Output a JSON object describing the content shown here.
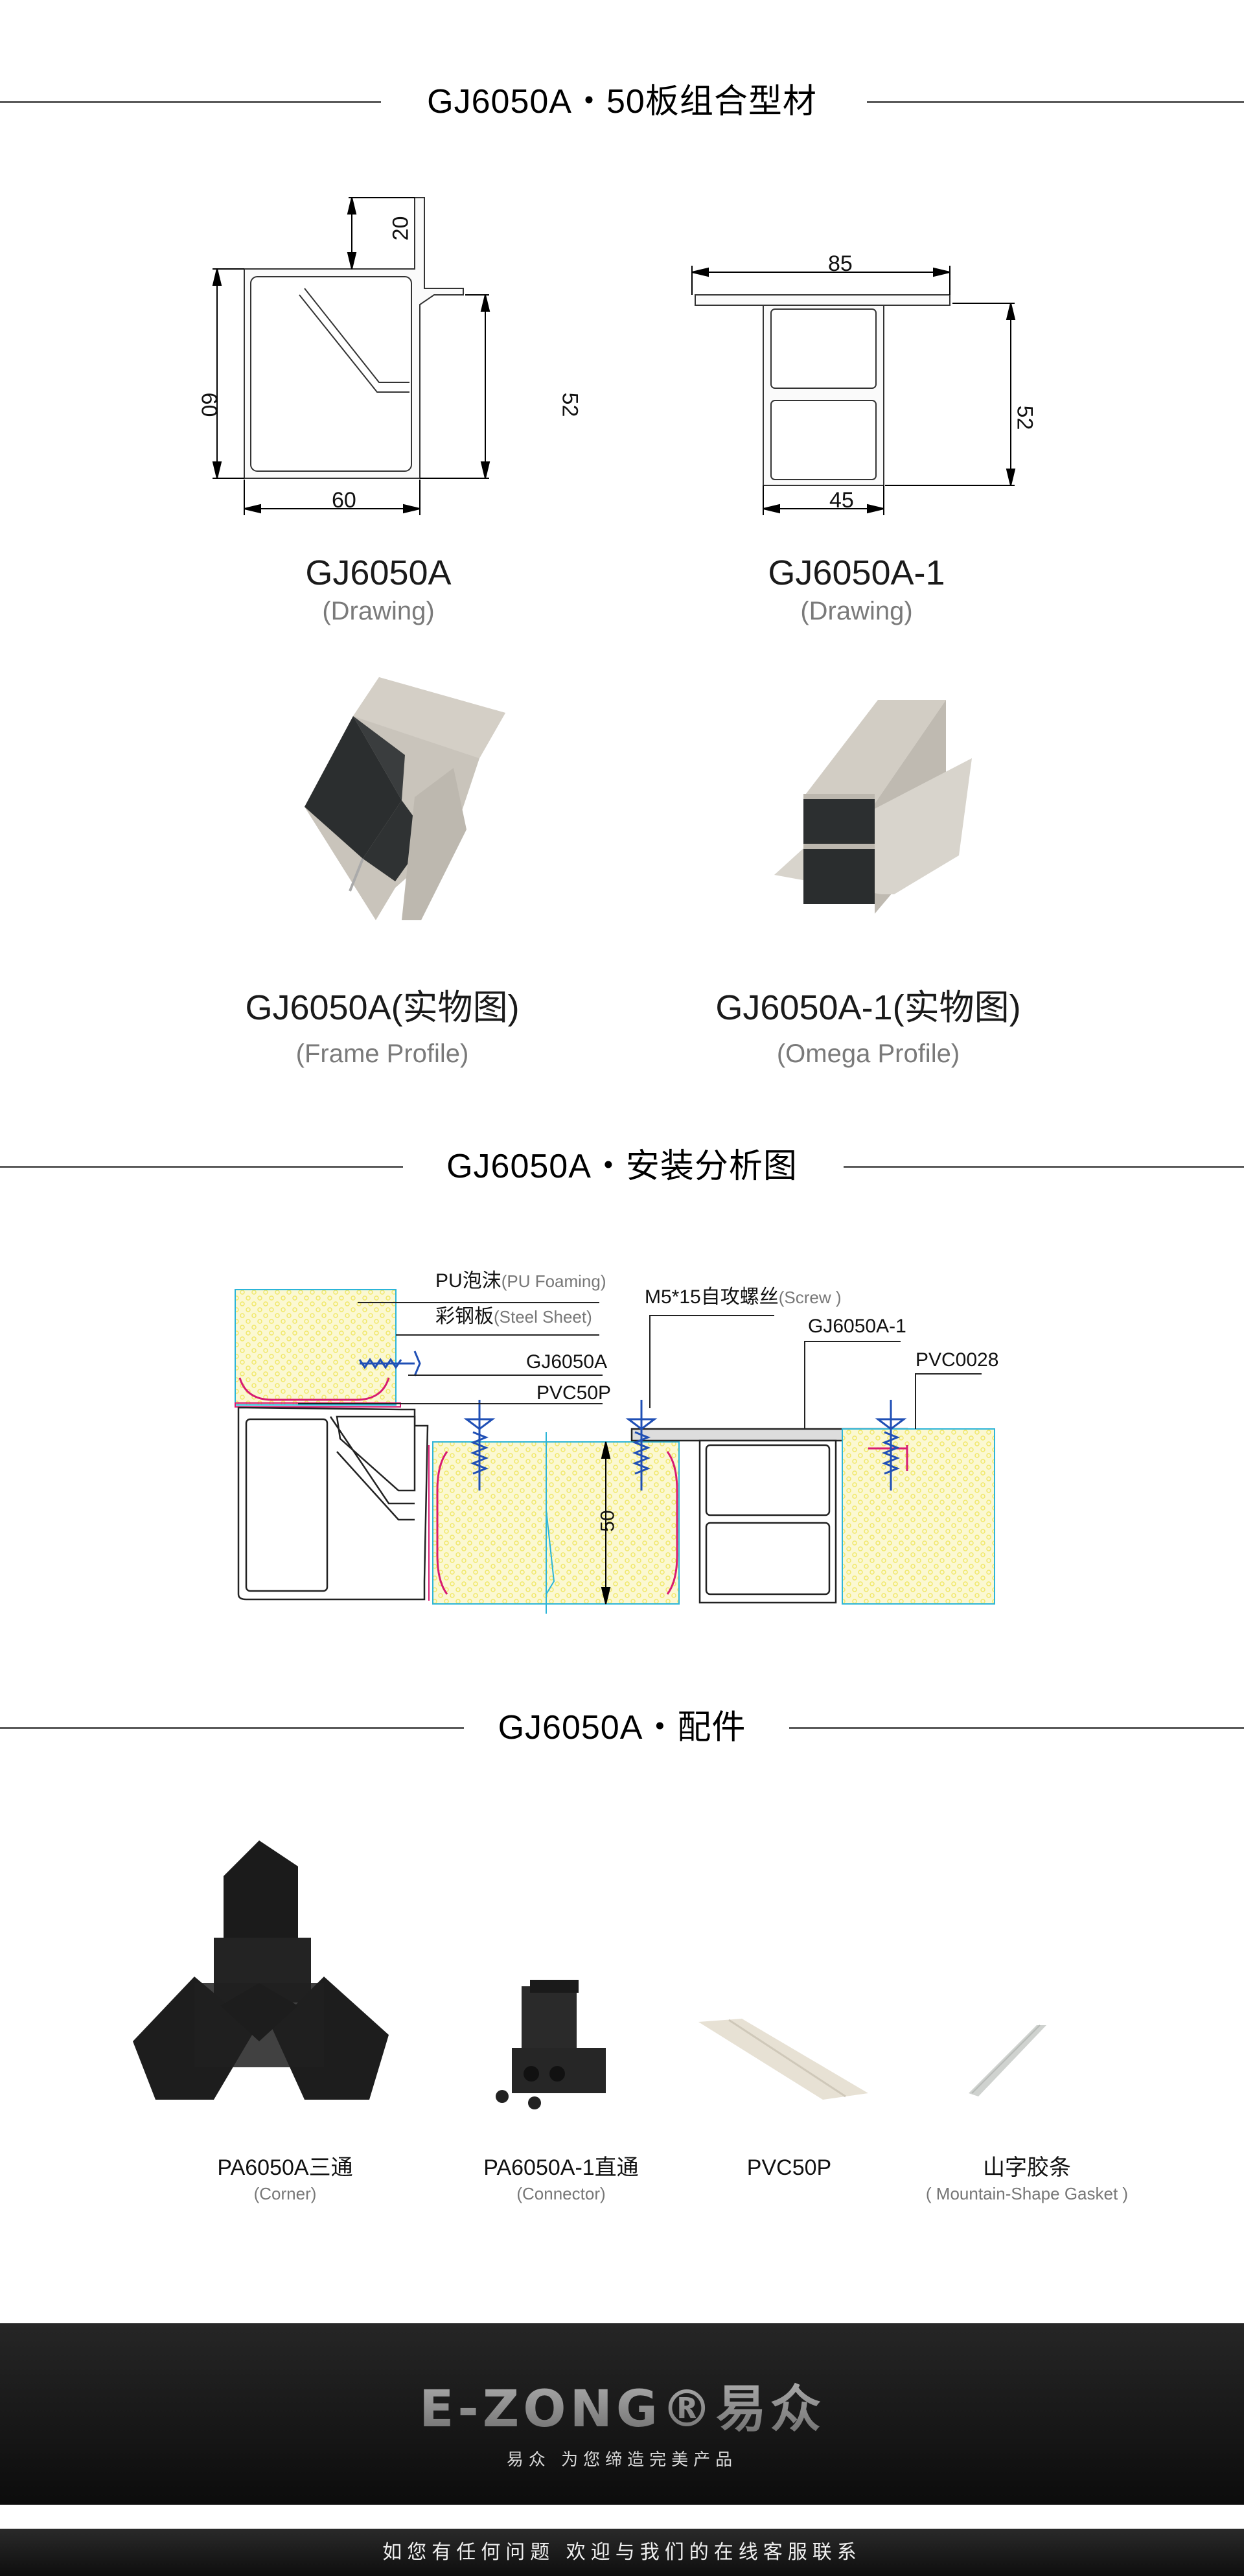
{
  "sections": {
    "profiles": {
      "title": "GJ6050A・50板组合型材"
    },
    "installation": {
      "title": "GJ6050A・安装分析图"
    },
    "accessories": {
      "title": "GJ6050A・配件"
    }
  },
  "drawings": [
    {
      "name": "GJ6050A",
      "subtitle": "(Drawing)",
      "dimensions": {
        "top_flange": "20",
        "height": "60",
        "width": "60",
        "inner_height": "52"
      }
    },
    {
      "name": "GJ6050A-1",
      "subtitle": "(Drawing)",
      "dimensions": {
        "top_width": "85",
        "height": "52",
        "bottom_width": "45"
      }
    }
  ],
  "photos": [
    {
      "name": "GJ6050A(实物图)",
      "subtitle": "(Frame Profile)"
    },
    {
      "name": "GJ6050A-1(实物图)",
      "subtitle": "(Omega Profile)"
    }
  ],
  "installation_diagram": {
    "labels": {
      "pu_foam_cn": "PU泡沫",
      "pu_foam_en": "(PU Foaming)",
      "steel_sheet_cn": "彩钢板",
      "steel_sheet_en": "(Steel Sheet)",
      "frame_profile": "GJ6050A",
      "pvc_strip": "PVC50P",
      "screw_cn": "M5*15自攻螺丝",
      "screw_en": "(Screw )",
      "omega_profile": "GJ6050A-1",
      "pvc_gasket": "PVC0028",
      "panel_thickness": "50"
    },
    "colors": {
      "foam_fill": "#fbf8d2",
      "foam_dot": "#f1e86a",
      "steel_sheet": "#2cb5d8",
      "pvc": "#d81b72",
      "screw": "#1f4fb5",
      "profile_stroke": "#222222"
    }
  },
  "accessories": [
    {
      "name": "PA6050A三通",
      "subtitle": "(Corner)"
    },
    {
      "name": "PA6050A-1直通",
      "subtitle": "(Connector)"
    },
    {
      "name": "PVC50P",
      "subtitle": ""
    },
    {
      "name": "山字胶条",
      "subtitle": "( Mountain-Shape Gasket )"
    }
  ],
  "footer": {
    "logo_text": "E-ZONG®易众",
    "slogan": "易众 为您缔造完美产品",
    "contact_text": "如您有任何问题   欢迎与我们的在线客服联系"
  }
}
